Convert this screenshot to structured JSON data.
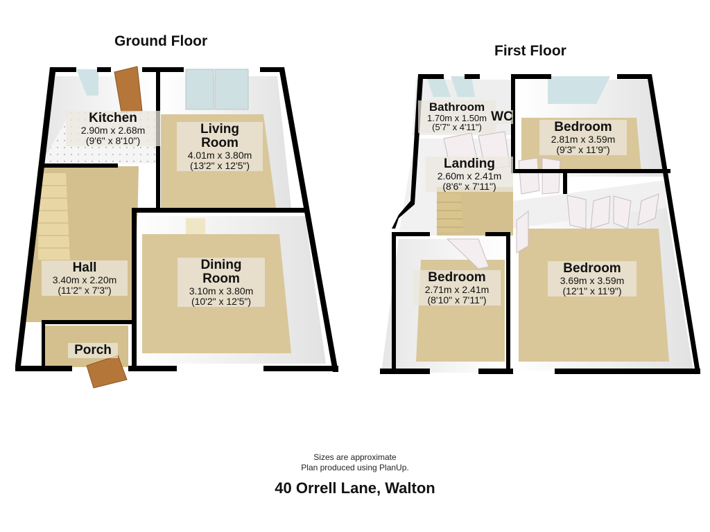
{
  "ground_floor": {
    "title": "Ground Floor",
    "rooms": [
      {
        "name": "Kitchen",
        "metric": "2.90m x 2.68m",
        "imperial": "(9'6\" x 8'10\")"
      },
      {
        "name": "Living",
        "name2": "Room",
        "metric": "4.01m x 3.80m",
        "imperial": "(13'2\" x 12'5\")"
      },
      {
        "name": "Hall",
        "metric": "3.40m x 2.20m",
        "imperial": "(11'2\" x 7'3\")"
      },
      {
        "name": "Dining",
        "name2": "Room",
        "metric": "3.10m x 3.80m",
        "imperial": "(10'2\" x 12'5\")"
      },
      {
        "name": "Porch"
      }
    ]
  },
  "first_floor": {
    "title": "First Floor",
    "rooms": [
      {
        "name": "Bathroom",
        "metric": "1.70m x 1.50m",
        "imperial": "(5'7\" x 4'11\")"
      },
      {
        "name": "WC"
      },
      {
        "name": "Bedroom",
        "metric": "2.81m x 3.59m",
        "imperial": "(9'3\" x 11'9\")"
      },
      {
        "name": "Landing",
        "metric": "2.60m x 2.41m",
        "imperial": "(8'6\" x 7'11\")"
      },
      {
        "name": "Bedroom",
        "metric": "2.71m x 2.41m",
        "imperial": "(8'10\" x 7'11\")"
      },
      {
        "name": "Bedroom",
        "metric": "3.69m x 3.59m",
        "imperial": "(12'1\" x 11'9\")"
      }
    ]
  },
  "footer": {
    "note1": "Sizes are approximate",
    "note2": "Plan produced using PlanUp.",
    "address": "40 Orrell Lane, Walton"
  },
  "colors": {
    "wall": "#000000",
    "floor_carpet": "#d9c79a",
    "wall_face": "#f2f2f2",
    "window_glass": "#cfe3e6",
    "door_wood": "#b5763a"
  }
}
